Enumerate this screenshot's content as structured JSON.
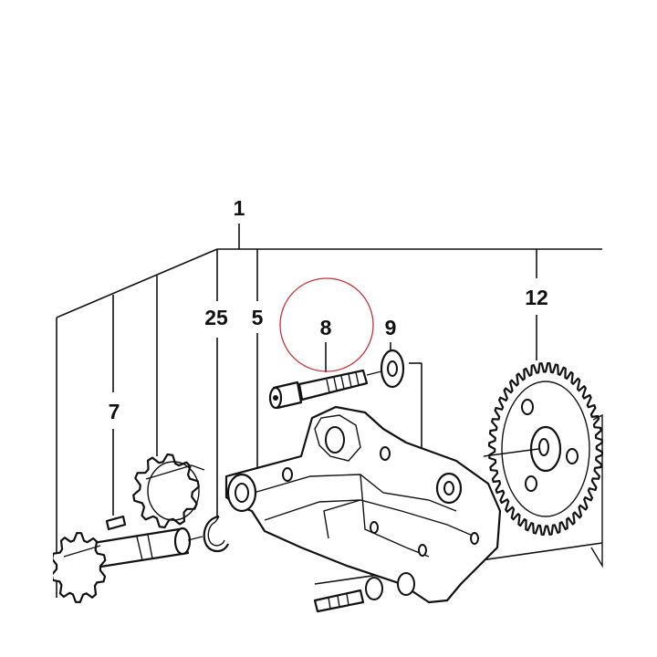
{
  "callouts": {
    "c1": "1",
    "c25": "25",
    "c5": "5",
    "c8": "8",
    "c9": "9",
    "c12": "12",
    "c7": "7"
  },
  "highlight": {
    "color": "#c8313b",
    "target": "8"
  },
  "line_color": "#111111"
}
